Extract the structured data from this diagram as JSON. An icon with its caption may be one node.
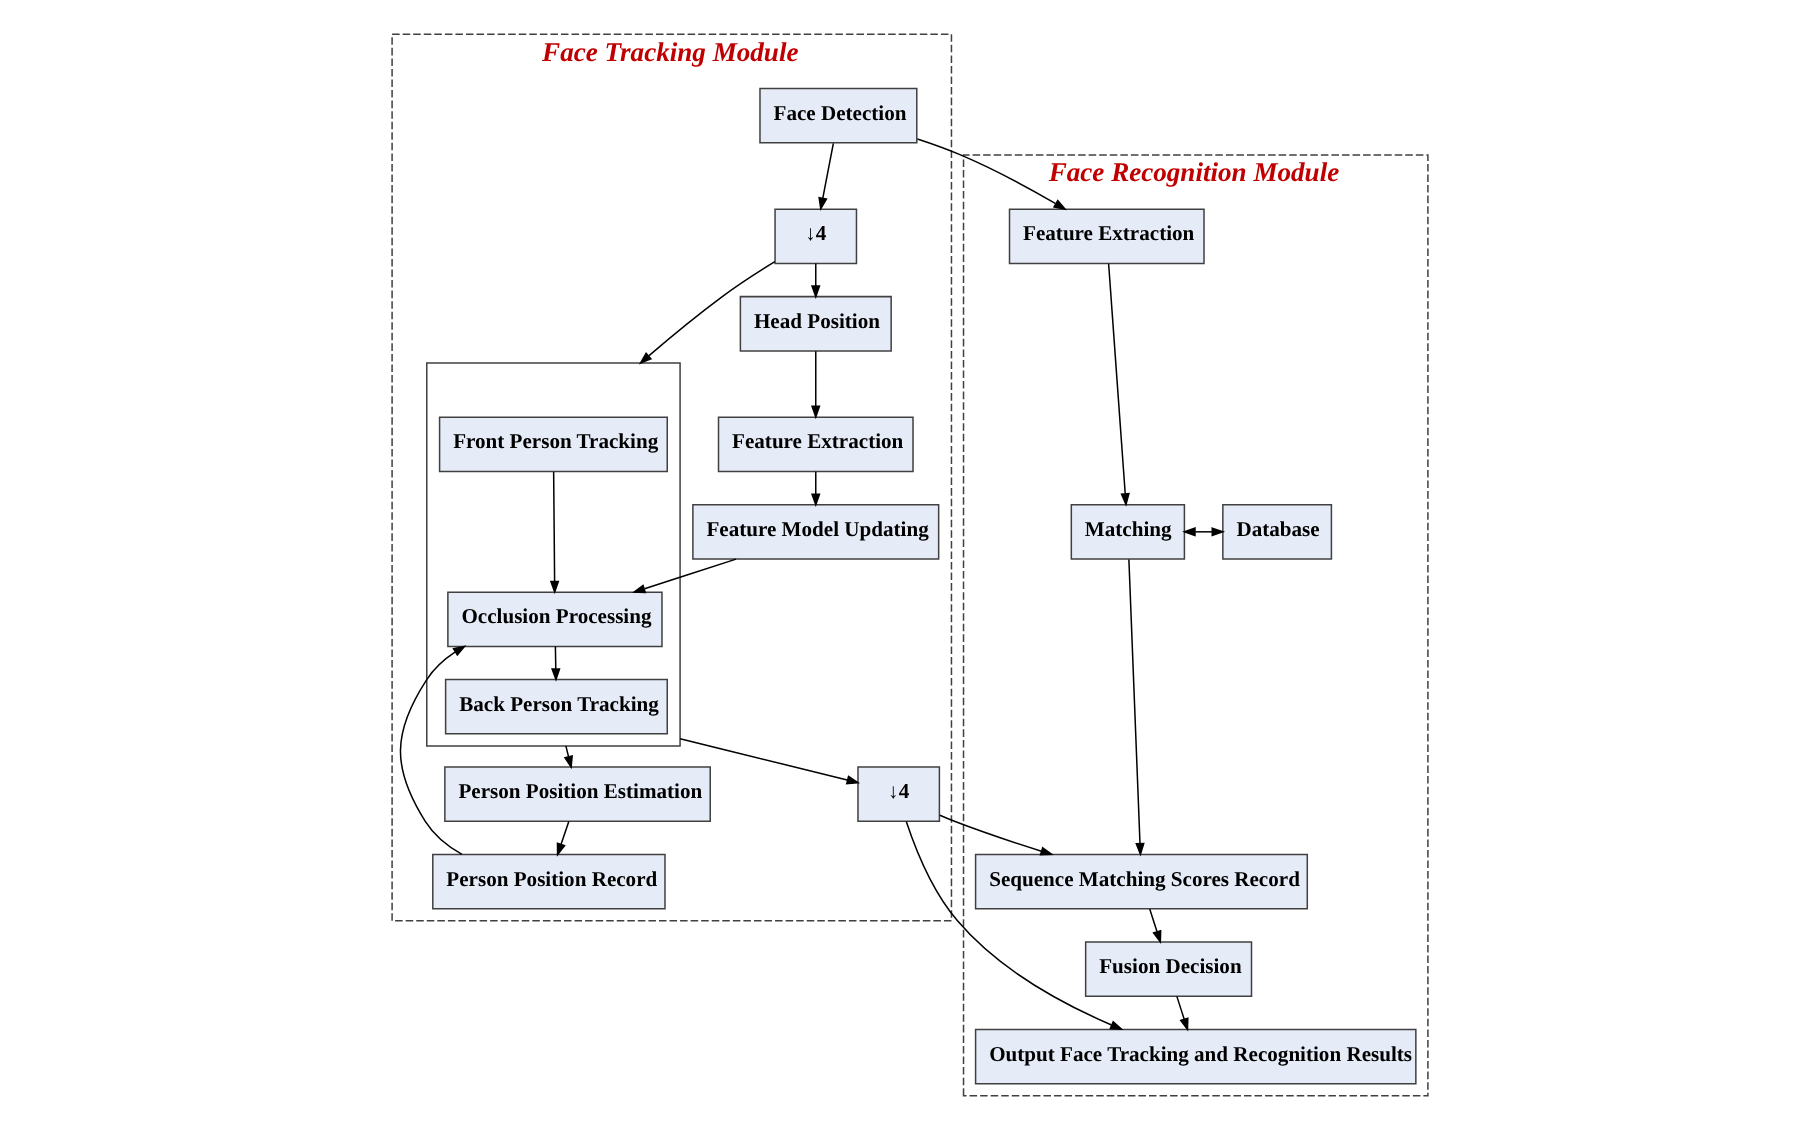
{
  "diagram": {
    "nodes": [
      {
        "text": [
          "Face Tracking Module"
        ]
      },
      {
        "text": [
          "Face Detection"
        ],
        "in": 0
      },
      {
        "text": [
          "↓4"
        ],
        "in": 0
      },
      {
        "text": [],
        "shape": "box",
        "in": 0
      },
      {
        "text": [
          "Front Person Tracking"
        ],
        "in": 3
      },
      {
        "text": [
          "Occlusion Processing"
        ],
        "in": 3
      },
      {
        "text": [
          "Back Person Tracking"
        ],
        "in": 3
      },
      {
        "text": [
          "Head Position"
        ],
        "in": 0
      },
      {
        "text": [
          "Feature Extraction"
        ],
        "in": 0
      },
      {
        "text": [
          "Feature Model Updating"
        ],
        "in": 0
      },
      {
        "text": [
          "Person Position Estimation"
        ],
        "in": 0
      },
      {
        "text": [
          "Person Position Record"
        ],
        "in": 0
      },
      {
        "text": [
          "↓4"
        ],
        "in": 0
      },
      {
        "text": [
          "Face Recognition Module"
        ]
      },
      {
        "text": [
          "Feature Extraction"
        ],
        "in": 13
      },
      {
        "text": [
          "Matching"
        ],
        "in": 13
      },
      {
        "text": [
          "Database"
        ],
        "in": 13
      },
      {
        "text": [
          "Sequence Matching Scores Record"
        ],
        "in": 13
      },
      {
        "text": [
          "Fusion Decision"
        ],
        "in": 13
      },
      {
        "text": [
          "Output Face Tracking and Recognition Results"
        ],
        "in": 13
      }
    ],
    "edges": [
      {
        "from": 1,
        "to": 2,
        "arrow": "to"
      },
      {
        "from": 1,
        "to": 14,
        "arrow": "to"
      },
      {
        "from": 2,
        "to": 3,
        "arrow": "to"
      },
      {
        "from": 2,
        "to": 7,
        "arrow": "to"
      },
      {
        "from": 4,
        "to": 5,
        "arrow": "to"
      },
      {
        "from": 5,
        "to": 6,
        "arrow": "to"
      },
      {
        "from": 7,
        "to": 8,
        "arrow": "to"
      },
      {
        "from": 8,
        "to": 9,
        "arrow": "to"
      },
      {
        "from": 9,
        "to": 5,
        "arrow": "to"
      },
      {
        "from": 11,
        "to": 5,
        "arrow": "to"
      },
      {
        "from": 10,
        "to": 11,
        "arrow": "to"
      },
      {
        "from": 3,
        "to": 12,
        "arrow": "to"
      },
      {
        "from": 3,
        "to": 10,
        "arrow": "to"
      },
      {
        "from": 12,
        "to": 19,
        "arrow": "to"
      },
      {
        "from": 12,
        "to": 17,
        "arrow": "to"
      },
      {
        "from": 14,
        "to": 15,
        "arrow": "to"
      },
      {
        "from": 15,
        "to": 16,
        "arrow": "both"
      },
      {
        "from": 15,
        "to": 17,
        "arrow": "to"
      },
      {
        "from": 17,
        "to": 18,
        "arrow": "to"
      },
      {
        "from": 18,
        "to": 19,
        "arrow": "to"
      }
    ]
  }
}
